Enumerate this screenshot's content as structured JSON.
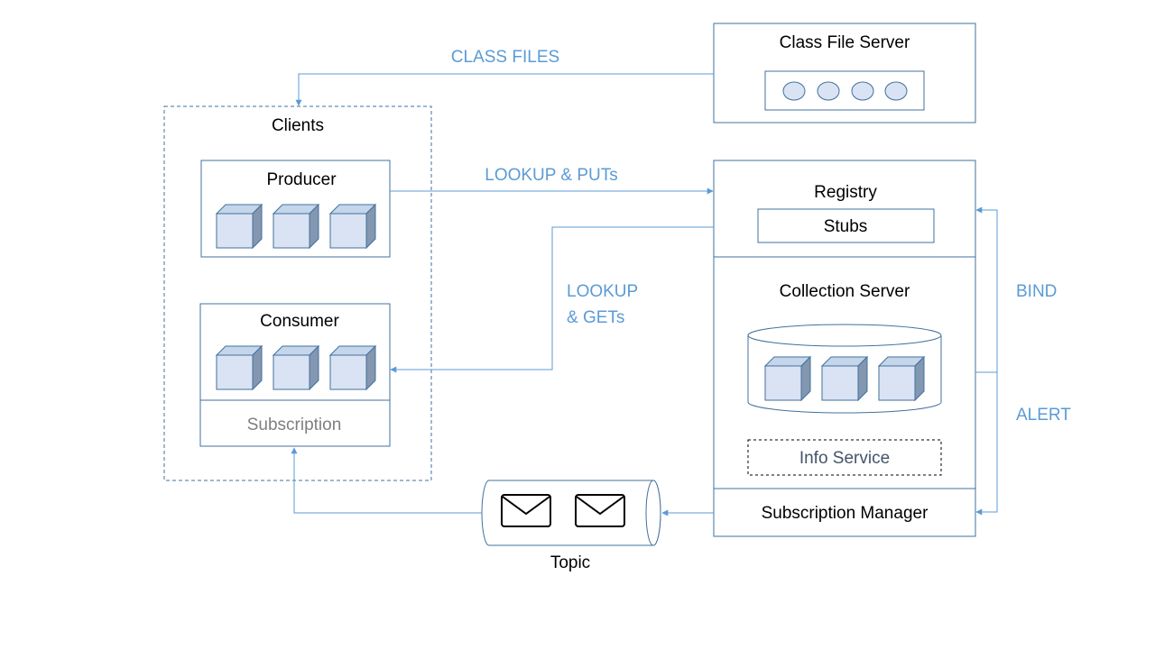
{
  "colors": {
    "box_border": "#41719c",
    "arrow": "#5b9bd5",
    "flow_label": "#5b9bd5",
    "cube_front": "#dae3f3",
    "cube_side": "#8497b0",
    "cube_top": "#c5d5ea",
    "envelope": "#000000"
  },
  "class_file_server": {
    "title": "Class File Server"
  },
  "clients": {
    "title": "Clients",
    "producer": {
      "title": "Producer"
    },
    "consumer": {
      "title": "Consumer"
    },
    "subscription": {
      "label": "Subscription"
    }
  },
  "registry": {
    "title": "Registry",
    "stubs": "Stubs"
  },
  "collection_server": {
    "title": "Collection Server",
    "info_service": "Info Service"
  },
  "subscription_manager": {
    "title": "Subscription Manager"
  },
  "topic": {
    "label": "Topic"
  },
  "flows": {
    "class_files": "CLASS FILES",
    "lookup_puts": "LOOKUP & PUTs",
    "lookup_line1": "LOOKUP",
    "lookup_line2": "& GETs",
    "bind": "BIND",
    "alert": "ALERT"
  }
}
